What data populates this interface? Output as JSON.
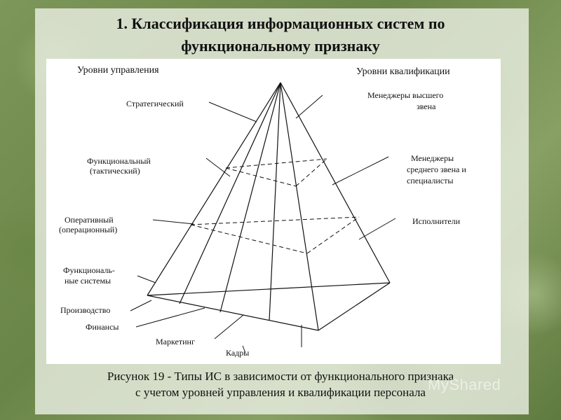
{
  "slide": {
    "title_line1": "1. Классификация информационных систем по",
    "title_line2": "функциональному признаку",
    "caption_line1": "Рисунок 19 - Типы ИС в зависимости от функционального признака",
    "caption_line2": "с учетом уровней управления и квалификации персонала",
    "watermark": "MyShared"
  },
  "diagram": {
    "left_heading": "Уровни управления",
    "right_heading": "Уровни квалификации",
    "left_labels": {
      "strategic": "Стратегический",
      "functional_1": "Функциональный",
      "functional_2": "(тактический)",
      "operative_1": "Оперативный",
      "operative_2": "(операционный)",
      "func_systems_1": "Функциональ-",
      "func_systems_2": "ные системы",
      "production": "Производство",
      "finance": "Финансы",
      "marketing": "Маркетинг",
      "hr": "Кадры"
    },
    "right_labels": {
      "top_managers_1": "Менеджеры высшего",
      "top_managers_2": "звена",
      "mid_managers_1": "Менеджеры",
      "mid_managers_2": "среднего звена и",
      "mid_managers_3": "специалисты",
      "executors": "Исполнители"
    }
  },
  "colors": {
    "line": "#111111",
    "figure_bg": "#ffffff"
  }
}
